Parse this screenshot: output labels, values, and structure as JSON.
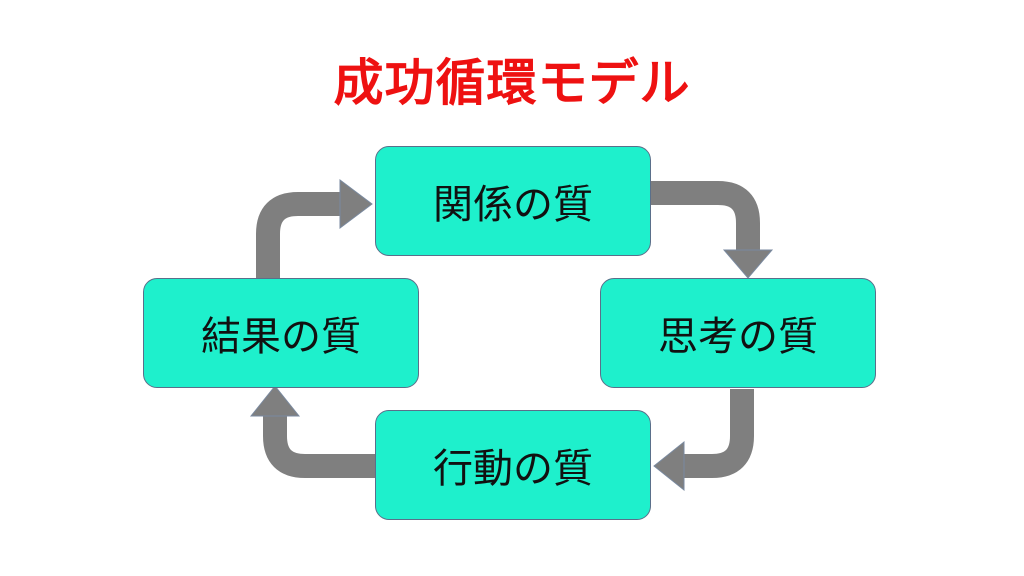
{
  "title": "成功循環モデル",
  "colors": {
    "title": "#ee1111",
    "node_fill": "#1ef0cc",
    "node_border": "#5a6f8a",
    "arrow": "#7f7f7f"
  },
  "cycle": {
    "nodes": [
      {
        "id": "relationship",
        "label": "関係の質"
      },
      {
        "id": "thinking",
        "label": "思考の質"
      },
      {
        "id": "action",
        "label": "行動の質"
      },
      {
        "id": "result",
        "label": "結果の質"
      }
    ],
    "edges": [
      {
        "from": "relationship",
        "to": "thinking"
      },
      {
        "from": "thinking",
        "to": "action"
      },
      {
        "from": "action",
        "to": "result"
      },
      {
        "from": "result",
        "to": "relationship"
      }
    ],
    "arrow_icon": "curved-arrow-icon"
  }
}
